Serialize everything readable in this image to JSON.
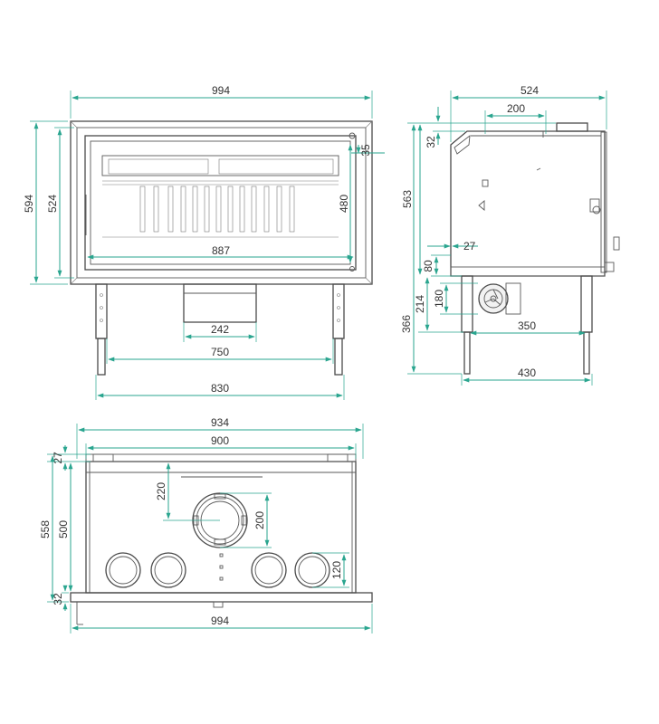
{
  "colors": {
    "dimension": "#2aa58f",
    "outline": "#4a4a4a",
    "text": "#333333"
  },
  "front_view": {
    "width_overall": "994",
    "height_overall": "594",
    "frame_height": "524",
    "glass_height": "480",
    "frame_inset": "35",
    "glass_width": "887",
    "ash_box_width": "242",
    "inner_leg_span": "750",
    "outer_leg_span": "830"
  },
  "side_view": {
    "depth_overall": "524",
    "flue_offset": "200",
    "top_step": "32",
    "body_height": "563",
    "base_offset": "27",
    "base_height": "80",
    "leg_clearance": "214",
    "fan_height": "180",
    "leg_height": "366",
    "fan_offset": "350",
    "leg_depth": "430"
  },
  "top_view": {
    "width_top": "934",
    "width_inner": "900",
    "depth_front": "27",
    "depth_total": "558",
    "depth_inner": "500",
    "flue_from_back": "220",
    "flue_from_right": "200",
    "duct_spacing": "120",
    "front_lip": "32",
    "width_bottom": "994"
  }
}
